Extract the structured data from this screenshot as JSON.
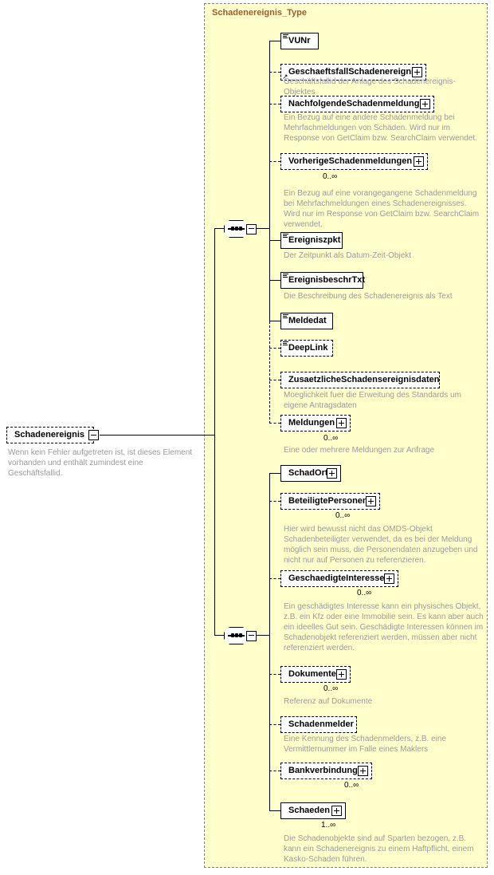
{
  "diagram": {
    "kind": "xml-schema-element-diagram",
    "type_container_label": "Schadenereignis_Type",
    "root_element": {
      "name": "Schadenereignis",
      "optional": true,
      "control": "minus",
      "documentation": "Wenn kein Fehler aufgetreten ist, ist dieses Element vorhanden und enthält zumindest eine Geschäftsfallid."
    },
    "compositors": [
      {
        "name": "sequence",
        "group": 1
      },
      {
        "name": "sequence",
        "group": 2
      }
    ],
    "nodes": [
      {
        "name": "VUNr",
        "optional": false,
        "simple": true,
        "expand": null,
        "occurrence": null,
        "documentation": null
      },
      {
        "name": "GeschaeftsfallSchadenereignis",
        "optional": true,
        "simple": false,
        "reference": true,
        "expand": "plus",
        "occurrence": null,
        "documentation": "Geschäftsfallid der Anlage des Schadenereignis-Objektes"
      },
      {
        "name": "NachfolgendeSchadenmeldung",
        "optional": true,
        "simple": false,
        "expand": "plus",
        "occurrence": null,
        "documentation": "Ein Bezug auf eine andere Schadenmeldung bei Mehrfachmeldungen von Schäden. Wird nur im Response von GetClaim bzw. SearchClaim verwendet."
      },
      {
        "name": "VorherigeSchadenmeldungen",
        "optional": true,
        "simple": false,
        "expand": "plus",
        "occurrence": "0..∞",
        "documentation": "Ein Bezug auf eine vorangegangene Schadenmeldung bei Mehrfachmeldungen eines Schadenereignisses. Wird nur im Response von GetClaim bzw. SearchClaim verwendet."
      },
      {
        "name": "Ereigniszpkt",
        "optional": false,
        "simple": true,
        "expand": null,
        "occurrence": null,
        "documentation": "Der Zeitpunkt als Datum-Zeit-Objekt"
      },
      {
        "name": "EreignisbeschrTxt",
        "optional": false,
        "simple": true,
        "expand": null,
        "occurrence": null,
        "documentation": "Die Beschreibung des Schadenereignis als Text"
      },
      {
        "name": "Meldedat",
        "optional": false,
        "simple": true,
        "expand": null,
        "occurrence": null,
        "documentation": null
      },
      {
        "name": "DeepLink",
        "optional": true,
        "simple": true,
        "expand": null,
        "occurrence": null,
        "documentation": null
      },
      {
        "name": "ZusaetzlicheSchadensereignisdaten",
        "optional": true,
        "simple": false,
        "expand": null,
        "occurrence": null,
        "documentation": "Moeglichkeit fuer die Erweitung des Standards um eigene Antragsdaten"
      },
      {
        "name": "Meldungen",
        "optional": true,
        "simple": false,
        "expand": "plus",
        "occurrence": "0..∞",
        "documentation": "Eine oder mehrere Meldungen zur Anfrage"
      },
      {
        "name": "SchadOrt",
        "optional": false,
        "simple": false,
        "expand": "plus",
        "occurrence": null,
        "documentation": null
      },
      {
        "name": "BeteiligtePersonen",
        "optional": true,
        "simple": false,
        "expand": "plus",
        "occurrence": "0..∞",
        "documentation": "Hier wird bewusst nicht das OMDS-Objekt Schadenbeteiligter verwendet, da es bei der Meldung möglich sein muss, die Personendaten anzugeben und nicht nur auf Personen zu referenzieren."
      },
      {
        "name": "GeschaedigteInteressen",
        "optional": true,
        "simple": false,
        "expand": "plus",
        "occurrence": "0..∞",
        "documentation": "Ein geschädigtes Interesse kann ein physisches Objekt, z.B. ein Kfz oder eine Immobilie sein. Es kann aber auch ein ideelles Gut sein. Geschädigte Interessen können im Schadenobjekt referenziert werden, müssen aber nicht referenziert werden."
      },
      {
        "name": "Dokumente",
        "optional": true,
        "simple": false,
        "expand": "plus",
        "occurrence": "0..∞",
        "documentation": "Referenz auf Dokumente"
      },
      {
        "name": "Schadenmelder",
        "optional": true,
        "simple": false,
        "expand": null,
        "occurrence": null,
        "documentation": "Eine Kennung des Schadenmelders, z.B. eine Vermittlernummer im Falle eines Maklers"
      },
      {
        "name": "Bankverbindung",
        "optional": true,
        "simple": false,
        "expand": "plus",
        "occurrence": "0..∞",
        "documentation": null
      },
      {
        "name": "Schaeden",
        "optional": false,
        "simple": false,
        "expand": "plus",
        "occurrence": "1..∞",
        "documentation": "Die Schadenobjekte sind auf Sparten bezogen, z.B. kann ein Schadenereignis zu einem Haftpflicht, einem Kasko-Schaden führen."
      }
    ],
    "colors": {
      "container_bg": "#ffffcc",
      "container_border": "#808080",
      "type_title": "#a05a2c",
      "documentation_text": "#999999",
      "node_label": "#000000",
      "shadow": "#b0b0b0"
    }
  }
}
